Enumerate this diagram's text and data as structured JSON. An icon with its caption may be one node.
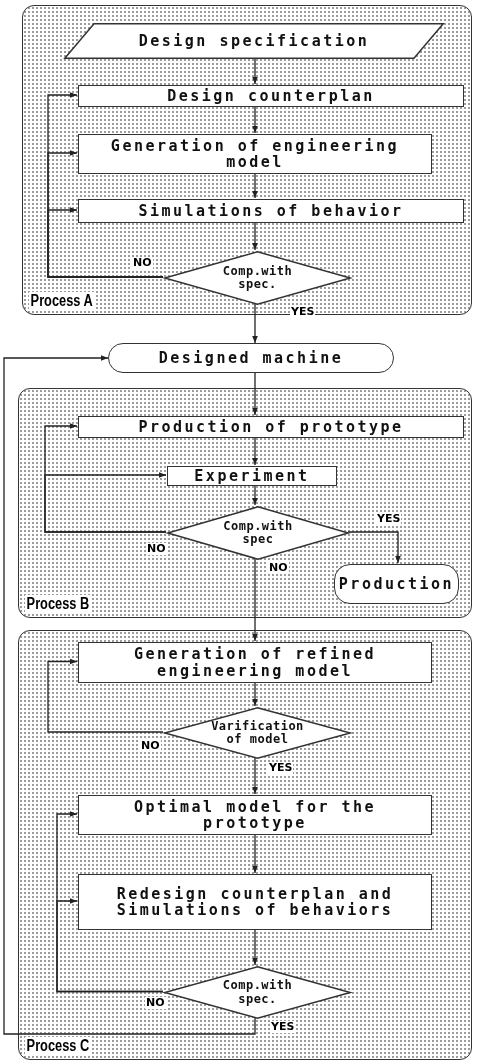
{
  "diagram": {
    "nodes": [
      {
        "text": [
          "Process A"
        ]
      },
      {
        "text": [
          "Design specification"
        ],
        "in": 0
      },
      {
        "text": [
          "Design counterplan"
        ],
        "in": 0
      },
      {
        "text": [
          "Generation of engineering model"
        ],
        "in": 0
      },
      {
        "text": [
          "Simulations of behavior"
        ],
        "in": 0
      },
      {
        "text": [
          "Comp.with spec."
        ],
        "in": 0
      },
      {
        "text": [
          "Designed machine"
        ]
      },
      {
        "text": [
          "Process B"
        ]
      },
      {
        "text": [
          "Production of prototype"
        ],
        "in": 7
      },
      {
        "text": [
          "Experiment"
        ],
        "in": 7
      },
      {
        "text": [
          "Comp.with spec"
        ],
        "in": 7
      },
      {
        "text": [
          "Production"
        ],
        "in": 7
      },
      {
        "text": [
          "Process C"
        ]
      },
      {
        "text": [
          "Generation of refined engineering model"
        ],
        "in": 12
      },
      {
        "text": [
          "Varification of model"
        ],
        "in": 12
      },
      {
        "text": [
          "Optimal model for the prototype"
        ],
        "in": 12
      },
      {
        "text": [
          "Redesign counterplan and Simulations of behaviors"
        ],
        "in": 12
      },
      {
        "text": [
          "Comp.with spec."
        ],
        "in": 12
      }
    ],
    "edges": [
      {
        "from": 1,
        "to": 2,
        "arrow": "to"
      },
      {
        "from": 2,
        "to": 3,
        "arrow": "to"
      },
      {
        "from": 3,
        "to": 4,
        "arrow": "to"
      },
      {
        "from": 4,
        "to": 5,
        "arrow": "to"
      },
      {
        "from": 5,
        "to": 2,
        "arrow": "to",
        "label": "NO"
      },
      {
        "from": 5,
        "to": 3,
        "arrow": "to"
      },
      {
        "from": 5,
        "to": 4,
        "arrow": "to"
      },
      {
        "from": 5,
        "to": 6,
        "arrow": "to",
        "label": "YES"
      },
      {
        "from": 6,
        "to": 8,
        "arrow": "to"
      },
      {
        "from": 8,
        "to": 9,
        "arrow": "to"
      },
      {
        "from": 9,
        "to": 10,
        "arrow": "to"
      },
      {
        "from": 10,
        "to": 8,
        "arrow": "to",
        "label": "NO"
      },
      {
        "from": 10,
        "to": 9,
        "arrow": "to"
      },
      {
        "from": 10,
        "to": 11,
        "arrow": "to",
        "label": "YES"
      },
      {
        "from": 10,
        "to": 13,
        "arrow": "to",
        "label": "NO"
      },
      {
        "from": 13,
        "to": 14,
        "arrow": "to"
      },
      {
        "from": 14,
        "to": 13,
        "arrow": "to",
        "label": "NO"
      },
      {
        "from": 14,
        "to": 15,
        "arrow": "to",
        "label": "YES"
      },
      {
        "from": 15,
        "to": 16,
        "arrow": "to"
      },
      {
        "from": 16,
        "to": 17,
        "arrow": "to"
      },
      {
        "from": 17,
        "to": 15,
        "arrow": "to",
        "label": "NO"
      },
      {
        "from": 17,
        "to": 16,
        "arrow": "to"
      },
      {
        "from": 17,
        "to": 6,
        "arrow": "to",
        "label": "YES"
      }
    ]
  }
}
